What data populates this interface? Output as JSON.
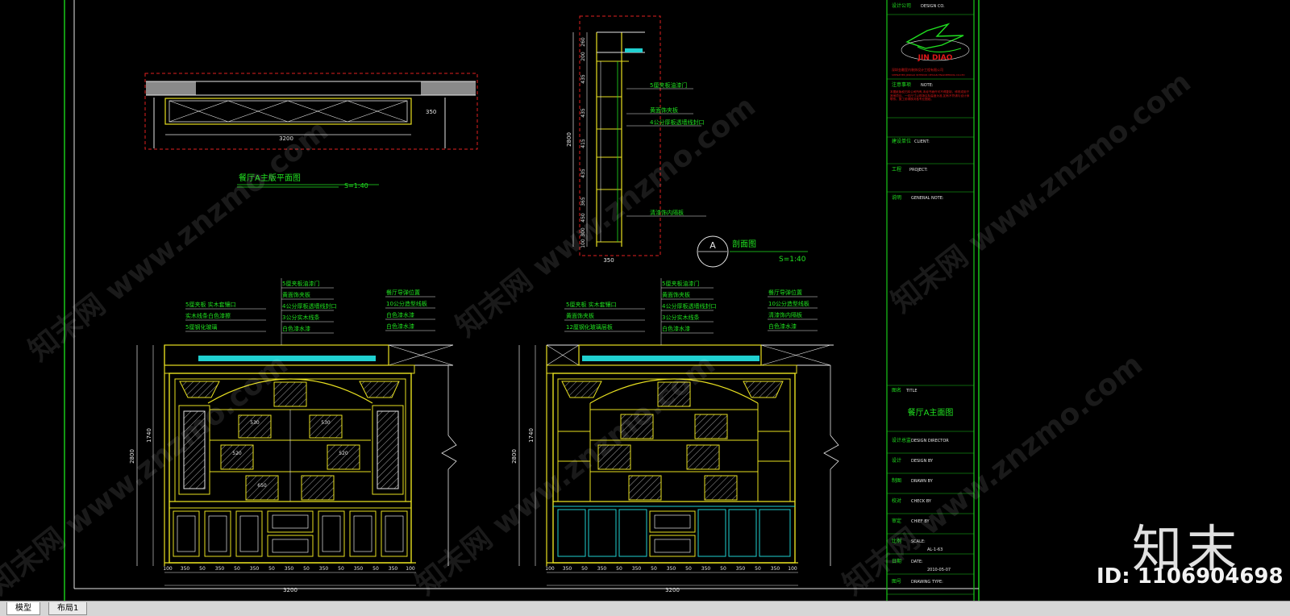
{
  "tabs": [
    {
      "label": "模型",
      "active": true
    },
    {
      "label": "布局1",
      "active": false
    }
  ],
  "watermark": {
    "logo_text": "知末",
    "id_text": "ID: 1106904698",
    "diagonal_text": "知末网 www.znzmo.com"
  },
  "plan_view": {
    "title": "餐厅A主版平面图",
    "scale": "S=1:40",
    "width_dim": "3200",
    "depth_dim": "350"
  },
  "section_view": {
    "marker": "A",
    "title": "剖面图",
    "scale": "S=1:40",
    "height_dim": "2800",
    "depth_dim": "350",
    "labels": [
      "5厘夹板油漆门",
      "黄面饰夹板",
      "4公分厚板透墙线封口",
      "清漆饰内隔板"
    ],
    "dims": [
      "260",
      "200",
      "435",
      "435",
      "415",
      "435",
      "365",
      "450",
      "300",
      "100"
    ]
  },
  "elevation_left": {
    "labels_top": [
      "5厘夹板油漆门",
      "黄面饰夹板",
      "4公分厚板透墙线封口",
      "3公分实木线条",
      "白色漆水漆"
    ],
    "labels_left": [
      "5厘夹板 实木套镶口",
      "实木线条白色漆擦",
      "5厘钢化玻璃"
    ],
    "labels_right": [
      "餐厅导弹位置",
      "10公分造型线板",
      "白色漆水漆",
      "白色漆水漆"
    ],
    "height_dim": "2800",
    "mid_dim": "1740",
    "bottom_dims": [
      "100",
      "350",
      "50",
      "350",
      "50",
      "350",
      "50",
      "350",
      "50",
      "350",
      "50",
      "350",
      "50",
      "350",
      "100"
    ],
    "total_dim": "3200",
    "inner_dims": [
      "530",
      "530",
      "520",
      "520",
      "650"
    ]
  },
  "elevation_right": {
    "labels_top": [
      "5厘夹板油漆门",
      "黄面饰夹板",
      "4公分厚板透墙线封口",
      "3公分实木线条",
      "白色漆水漆"
    ],
    "labels_left": [
      "5厘夹板 实木套镶口",
      "黄面饰夹板",
      "12厘钢化玻璃层板"
    ],
    "labels_right": [
      "餐厅导弹位置",
      "10公分造型线板",
      "清漆饰内隔板",
      "白色漆水漆"
    ],
    "height_dim": "2800",
    "mid_dim": "1740",
    "bottom_dims": [
      "100",
      "350",
      "50",
      "350",
      "50",
      "350",
      "50",
      "350",
      "50",
      "350",
      "50",
      "350",
      "50",
      "350",
      "100"
    ],
    "total_dim": "3200"
  },
  "title_block": {
    "company_label": "设计公司",
    "company_en": "DESIGN CO.",
    "brand": "JIN DIAO",
    "company_line": "深圳金雕室内装饰设计工程有限公司",
    "company_line_en": "SHENZHEN JINDIAO INTERIOR DESIGN ENGINEERING CO.LTD",
    "note_label": "注意事项",
    "note_en": "NOTE:",
    "notes": "本图纸版权归本公司所有,未经书面许可不得复制、修改或用于其他项目。一切尺寸以现场实际量度为准,如有不符请与设计师联系。施工前请核对各专业图纸。",
    "client_label": "建设单位",
    "client_en": "CLIENT:",
    "project_label": "工程",
    "project_en": "PROJECT:",
    "general_label": "说明",
    "general_en": "GENERAL NOTE:",
    "title_label": "图名",
    "title_en": "TITLE",
    "drawing_title": "餐厅A主面图",
    "rows": [
      {
        "cn": "设计总监",
        "en": "DESIGN DIRECTOR"
      },
      {
        "cn": "设计",
        "en": "DESIGN BY"
      },
      {
        "cn": "制图",
        "en": "DRAWN BY"
      },
      {
        "cn": "校对",
        "en": "CHECK BY"
      },
      {
        "cn": "审定",
        "en": "CHIEF BY"
      },
      {
        "cn": "比例",
        "en": "SCALE:",
        "value": "AL-1-63"
      },
      {
        "cn": "日期",
        "en": "DATE:",
        "value": "2010-05-07"
      },
      {
        "cn": "图号",
        "en": "DRAWING TYPE:"
      }
    ]
  },
  "colors": {
    "background": "#000000",
    "frame_green": "#18c818",
    "cad_yellow": "#e8e020",
    "cad_white": "#e6e6e6",
    "cad_red": "#e02020",
    "cad_cyan": "#20d0d0",
    "text_green": "#20e020",
    "brand_red": "#e01818"
  }
}
